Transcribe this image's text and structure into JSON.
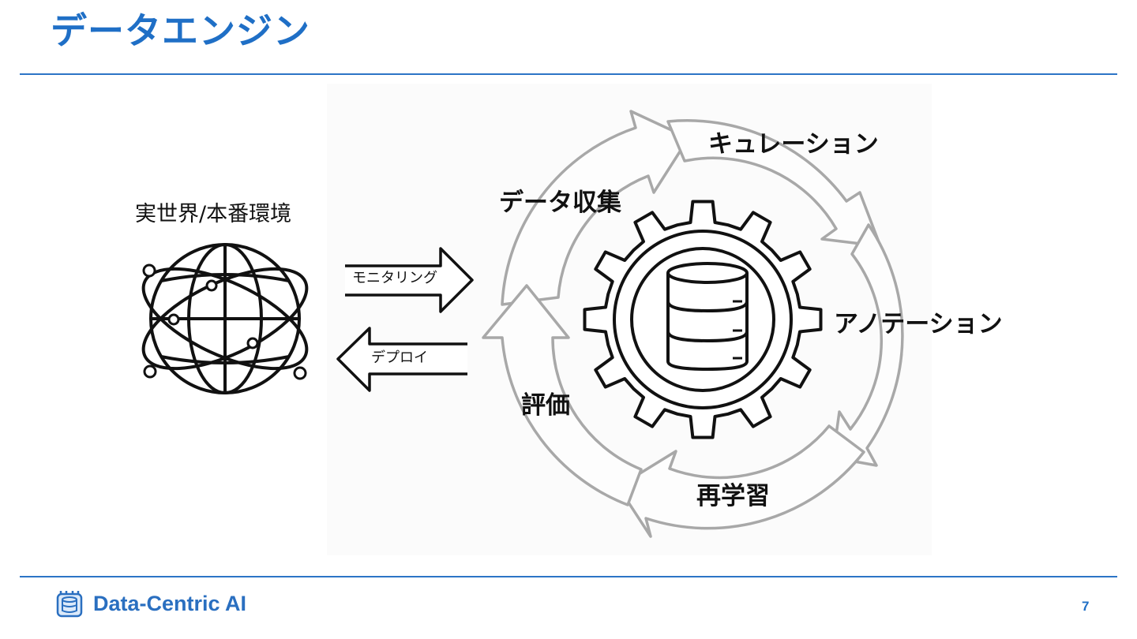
{
  "slide": {
    "title": "データエンジン",
    "page_number": "7"
  },
  "world": {
    "label": "実世界/本番環境",
    "icon": "globe-network-icon"
  },
  "arrows": {
    "monitoring_label": "モニタリング",
    "deploy_label": "デプロイ"
  },
  "cycle": {
    "center_icon": "gear-database-icon",
    "steps": [
      "データ収集",
      "キュレーション",
      "アノテーション",
      "再学習",
      "評価"
    ]
  },
  "footer": {
    "brand": "Data-Centric AI",
    "logo_icon": "data-centric-ai-logo-icon"
  },
  "colors": {
    "accent": "#1f6fc6",
    "rule": "#2c74c6",
    "cycle_arrow": "#a8a8a8",
    "ink": "#111111"
  }
}
